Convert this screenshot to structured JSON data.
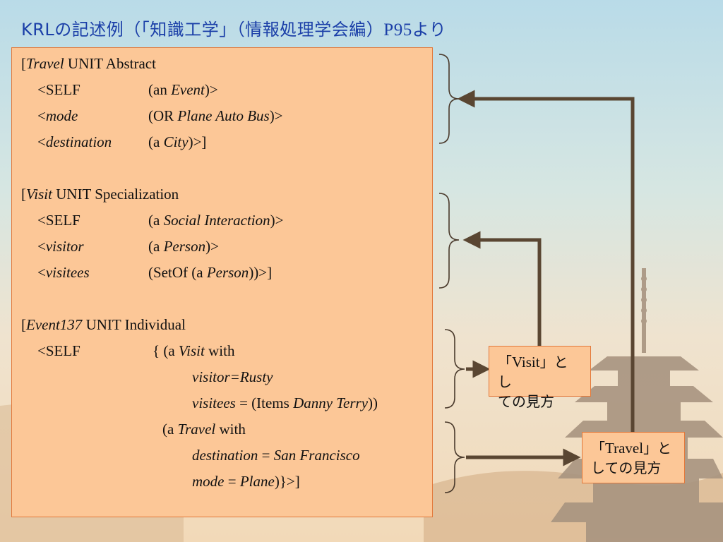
{
  "title": {
    "prefix": "KRLの記述例（「知識工学」（情報処理学会編）",
    "page": "P95",
    "suffix": "より"
  },
  "units": [
    {
      "header": {
        "name": "Travel",
        "rest": " UNIT Abstract"
      },
      "slots": [
        {
          "key": "<SELF",
          "key_italic": "",
          "value": "(an ",
          "value_italic": "Event",
          "value_tail": ")>"
        },
        {
          "key": "<",
          "key_italic": "mode",
          "value": "(OR ",
          "value_italic": "Plane Auto Bus",
          "value_tail": ")>"
        },
        {
          "key": "<",
          "key_italic": "destination",
          "value": "(a ",
          "value_italic": "City",
          "value_tail": ")>]"
        }
      ]
    },
    {
      "header": {
        "name": "Visit",
        "rest": " UNIT Specialization"
      },
      "slots": [
        {
          "key": "<SELF",
          "key_italic": "",
          "value": "(a ",
          "value_italic": "Social Interaction",
          "value_tail": ")>"
        },
        {
          "key": "<",
          "key_italic": "visitor",
          "value": "(a ",
          "value_italic": "Person",
          "value_tail": ")>"
        },
        {
          "key": "<",
          "key_italic": "visitees",
          "value": " (SetOf (a ",
          "value_italic": "Person",
          "value_tail": "))>]"
        }
      ]
    },
    {
      "header": {
        "name": "Event137",
        "rest": "   UNIT Individual"
      },
      "self_key": "<SELF",
      "lines": [
        {
          "pre": "{ (a ",
          "it": "Visit",
          "post": " with"
        },
        {
          "pre": "",
          "it": "visitor=Rusty",
          "post": ""
        },
        {
          "pre": "",
          "it": "visitees",
          "post": " = (Items ",
          "it2": "Danny Terry",
          "post2": "))"
        },
        {
          "pre": "(a ",
          "it": "Travel",
          "post": " with"
        },
        {
          "pre": "",
          "it": "destination",
          "post": " = ",
          "it2": "San Francisco",
          "post2": ""
        },
        {
          "pre": "",
          "it": "mode",
          "post": " = ",
          "it2": "Plane",
          "post2": ")}>]"
        }
      ]
    }
  ],
  "labels": {
    "visit": {
      "open": "「",
      "latin": "Visit",
      "close": "」とし",
      "line2": "ての見方"
    },
    "travel": {
      "open": "「",
      "latin": "Travel",
      "close": "」と",
      "line2": "しての見方"
    }
  },
  "colors": {
    "box_fill": "#fcc797",
    "box_border": "#e2783a",
    "arrow": "#5a4632",
    "title": "#1b3fa8"
  }
}
